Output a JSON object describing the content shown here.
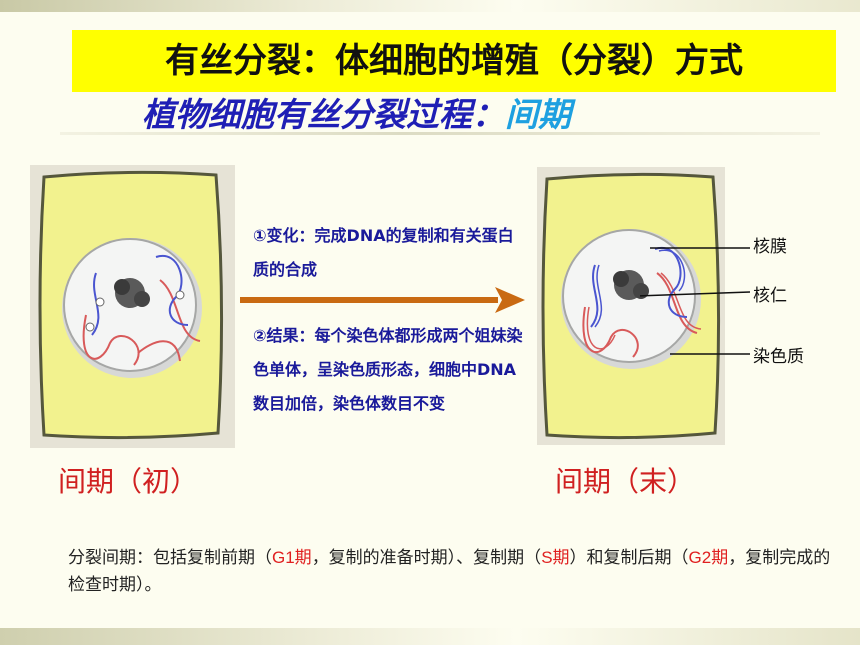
{
  "slide": {
    "title": "有丝分裂：体细胞的增殖（分裂）方式",
    "subtitle_main": "植物细胞有丝分裂过程：",
    "subtitle_accent": "间期",
    "changes_text": "①变化：完成DNA的复制和有关蛋白质的合成",
    "results_text": "②结果：每个染色体都形成两个姐妹染色单体，呈染色质形态，细胞中DNA数目加倍，染色体数目不变",
    "phase_left_label": "间期（初）",
    "phase_right_label": "间期（末）",
    "label_nuclear_membrane": "核膜",
    "label_nucleolus": "核仁",
    "label_chromatin": "染色质",
    "note": {
      "part1": "分裂间期：包括复制前期（",
      "g1": "G1期",
      "part2": "，复制的准备时期）、复制期（",
      "s": "S期",
      "part3": "）和复制后期（",
      "g2": "G2期",
      "part4": "，复制完成的检查时期）。"
    },
    "colors": {
      "title_bg": "#ffff00",
      "subtitle_blue": "#1f1fb5",
      "subtitle_accent": "#1ea0e0",
      "phase_red": "#d02020",
      "arrow": "#c96a12",
      "cell_fill": "#f2f28e",
      "desc_text": "#1a1a9a"
    }
  }
}
